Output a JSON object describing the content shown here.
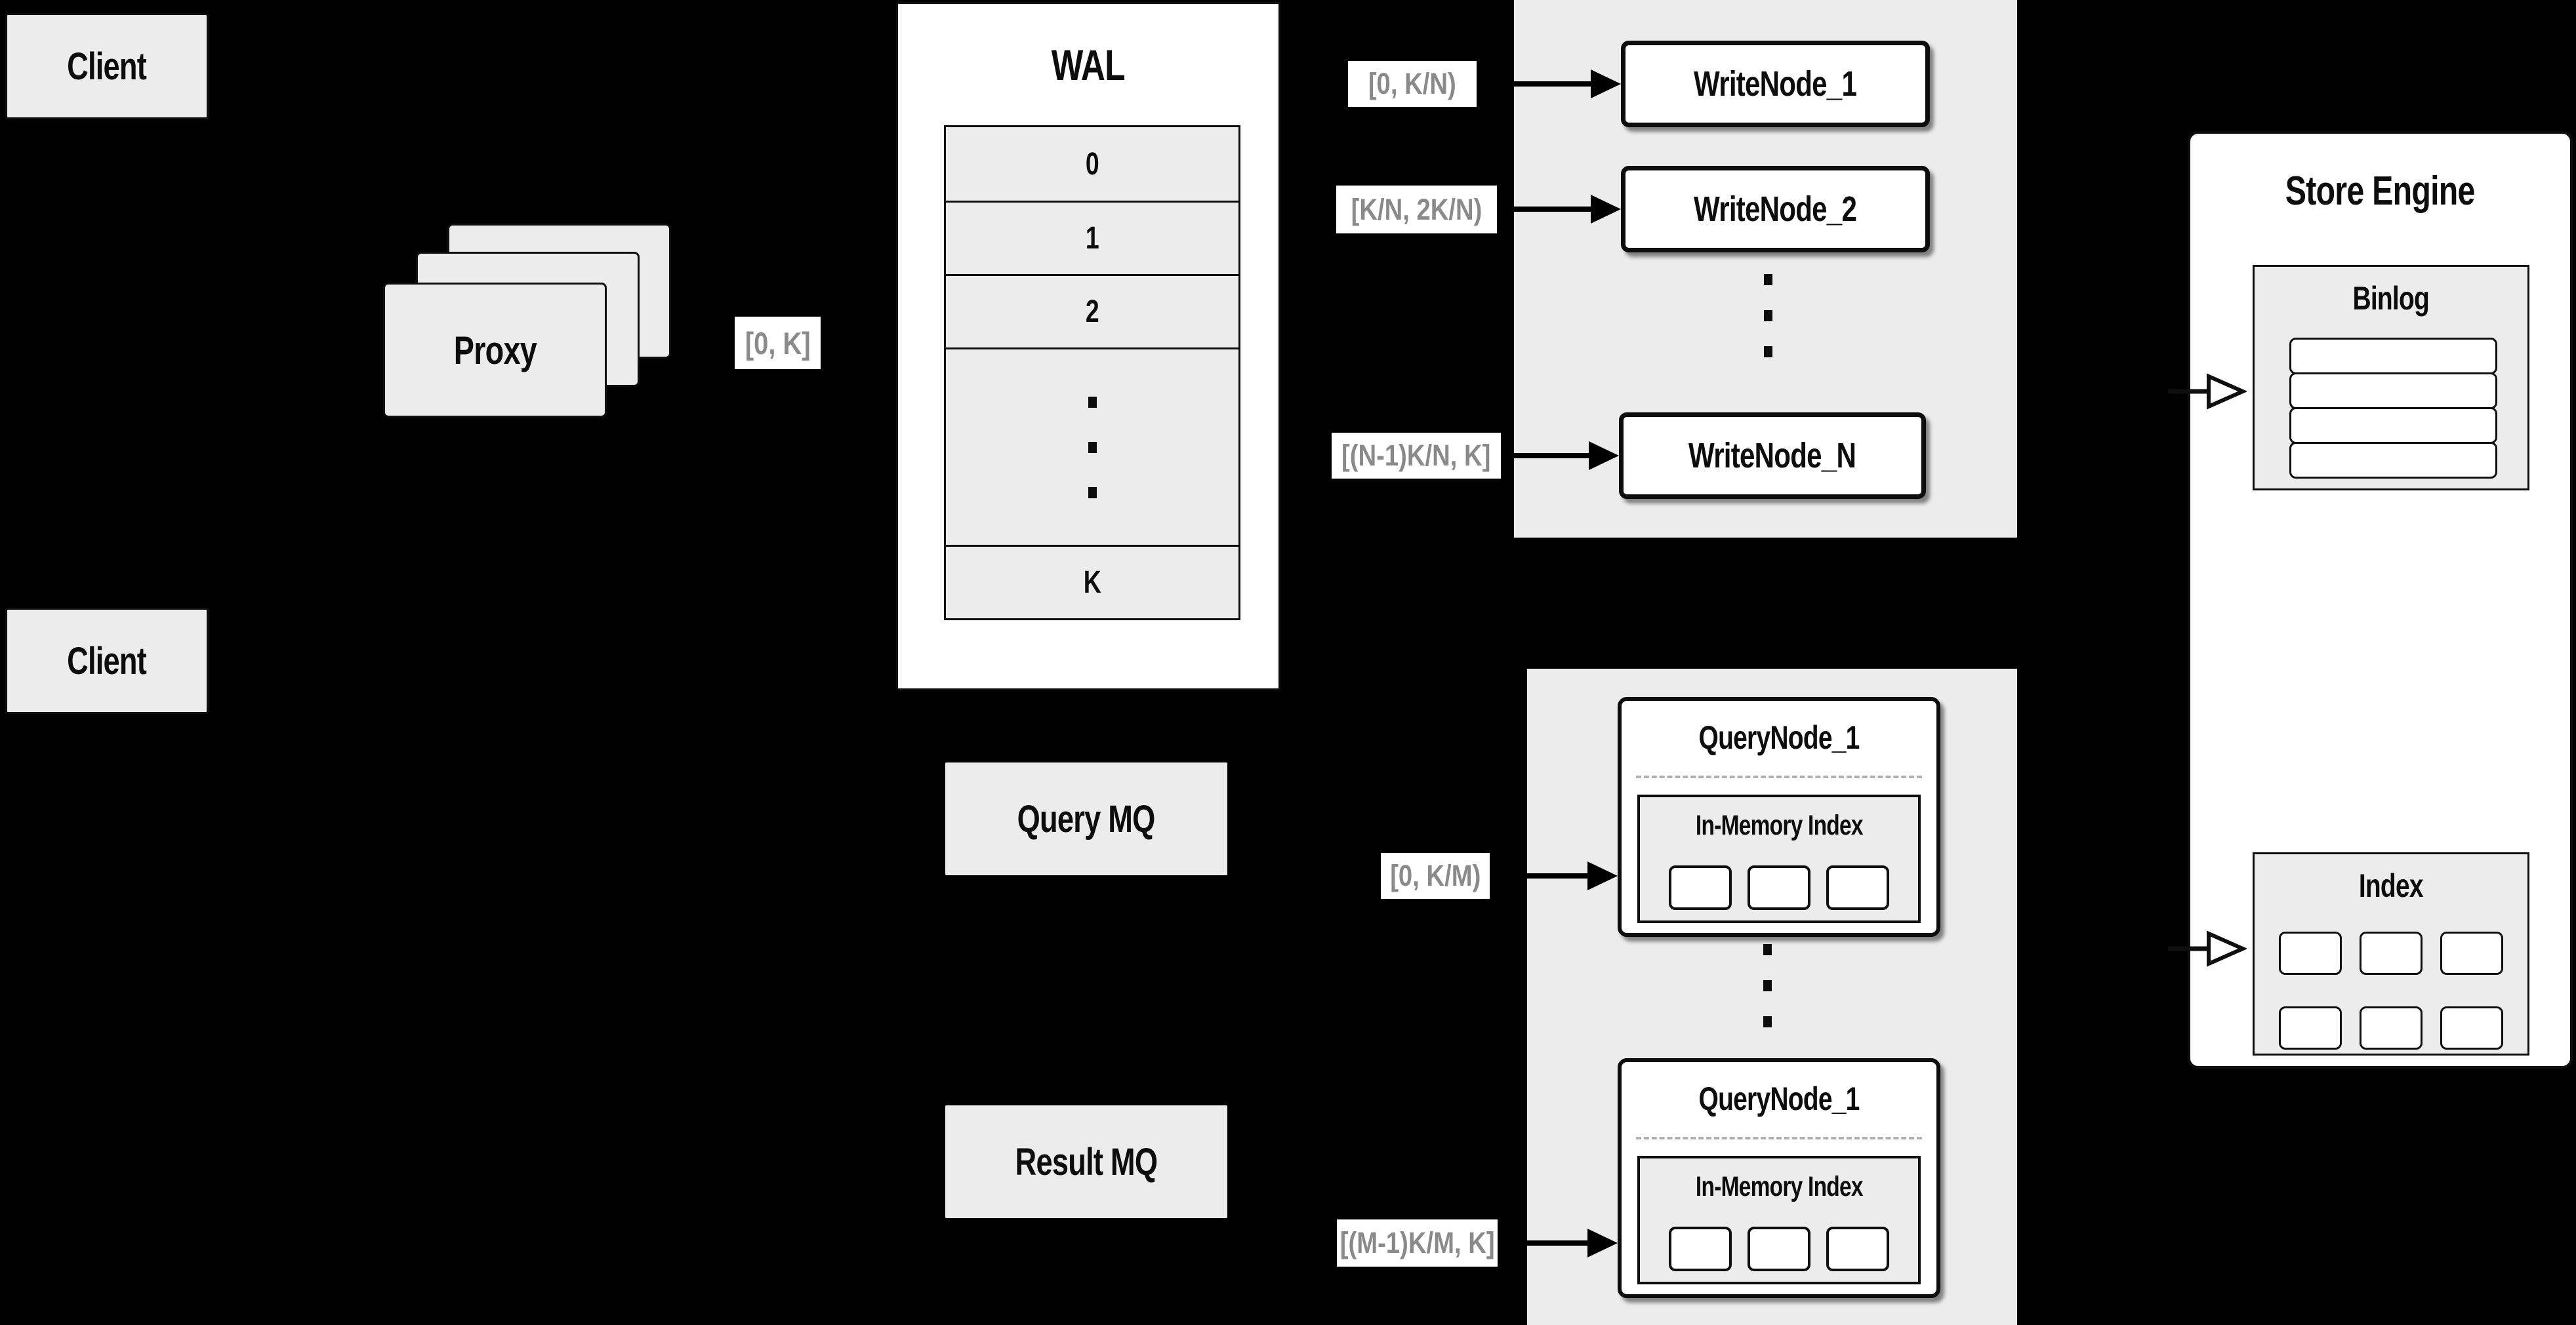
{
  "colors": {
    "background": "#000000",
    "box_gray": "#ececec",
    "box_white": "#ffffff",
    "border": "#0f0f0f",
    "range_label_text": "#8a8a8a",
    "dashed_separator": "#b0b0b0"
  },
  "clients": {
    "top": "Client",
    "bottom": "Client"
  },
  "proxy": {
    "label": "Proxy"
  },
  "ranges": {
    "proxy_out": "[0, K]",
    "write_1": "[0, K/N)",
    "write_2": "[K/N, 2K/N)",
    "write_n": "[(N-1)K/N, K]",
    "query_1": "[0, K/M)",
    "query_m": "[(M-1)K/M, K]"
  },
  "wal": {
    "title": "WAL",
    "rows": [
      "0",
      "1",
      "2"
    ],
    "last_row": "K"
  },
  "write_nodes": {
    "node_1": "WriteNode_1",
    "node_2": "WriteNode_2",
    "node_n": "WriteNode_N"
  },
  "store_engine": {
    "title": "Store Engine",
    "binlog": "Binlog",
    "index": "Index"
  },
  "mq": {
    "query": "Query MQ",
    "result": "Result MQ"
  },
  "query_nodes": {
    "node_top": "QueryNode_1",
    "node_bottom": "QueryNode_1",
    "in_memory": "In-Memory Index"
  }
}
